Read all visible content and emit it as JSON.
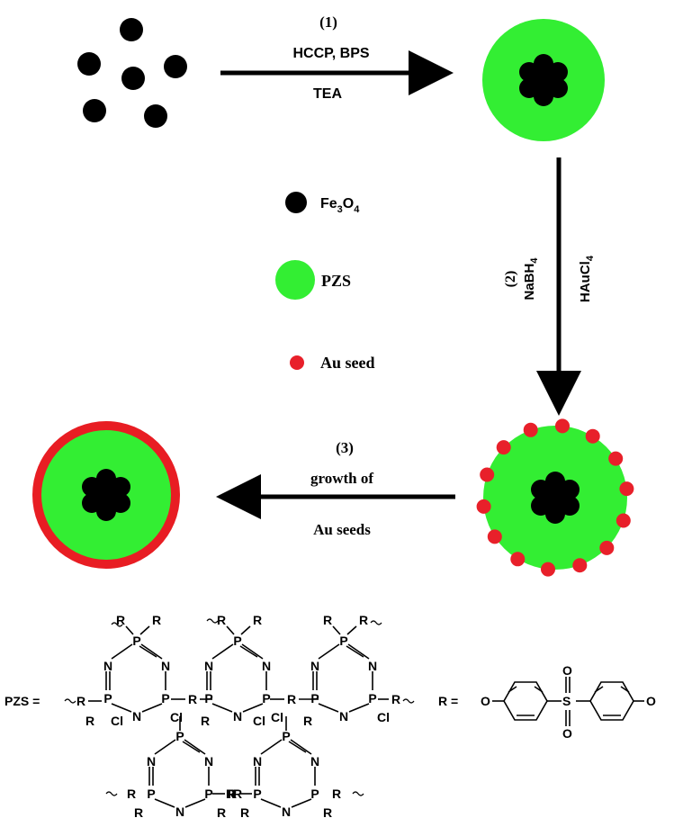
{
  "colors": {
    "core": "#000000",
    "shell": "#33ee33",
    "seed": "#e8202a",
    "gold_shell": "#e81d23",
    "arrow": "#000000"
  },
  "steps": {
    "step1": {
      "number": "(1)",
      "reagent_top": "HCCP, BPS",
      "reagent_bottom": "TEA"
    },
    "step2": {
      "number": "(2)",
      "reagent_left_main": "NaBH",
      "reagent_left_sub": "4",
      "reagent_right_main": "HAuCl",
      "reagent_right_sub": "4"
    },
    "step3": {
      "number": "(3)",
      "line1": "growth of",
      "line2": "Au seeds"
    }
  },
  "legend": {
    "fe3o4": {
      "fe": "Fe",
      "sub3": "3",
      "o": "O",
      "sub4": "4"
    },
    "pzs": "PZS",
    "au_seed": "Au seed"
  },
  "structure": {
    "pzs_label": "PZS =",
    "r_label": "R =",
    "atoms": {
      "P": "P",
      "N": "N",
      "R": "R",
      "Cl": "Cl",
      "O": "O",
      "S": "S"
    }
  }
}
